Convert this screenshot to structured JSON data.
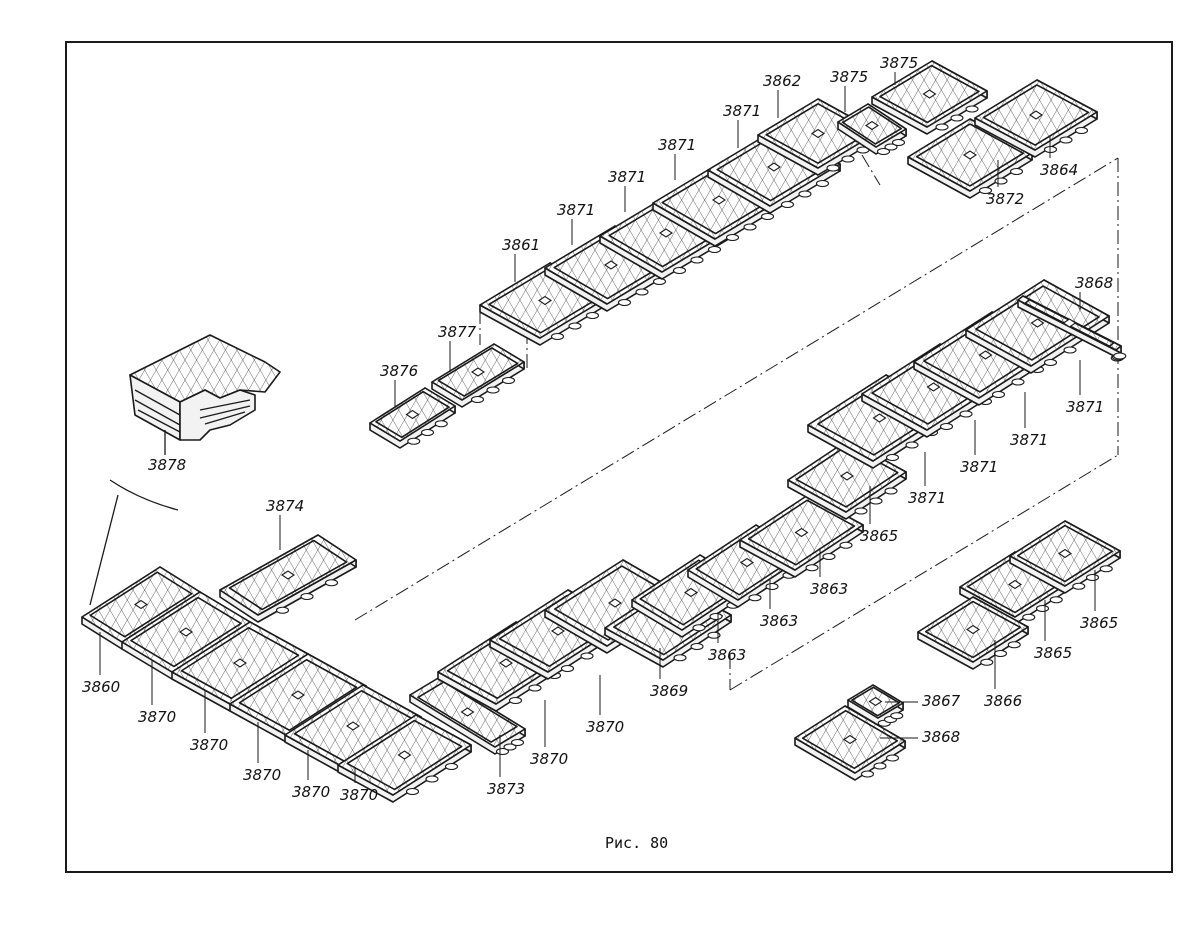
{
  "figure": {
    "caption": "Рис. 80"
  },
  "parts": [
    {
      "id": "p3860",
      "label": "3860"
    },
    {
      "id": "p3870a",
      "label": "3870"
    },
    {
      "id": "p3870b",
      "label": "3870"
    },
    {
      "id": "p3870c",
      "label": "3870"
    },
    {
      "id": "p3870d",
      "label": "3870"
    },
    {
      "id": "p3870e",
      "label": "3870"
    },
    {
      "id": "p3873",
      "label": "3873"
    },
    {
      "id": "p3870f",
      "label": "3870"
    },
    {
      "id": "p3870g",
      "label": "3870"
    },
    {
      "id": "p3869",
      "label": "3869"
    },
    {
      "id": "p3863a",
      "label": "3863"
    },
    {
      "id": "p3863b",
      "label": "3863"
    },
    {
      "id": "p3863c",
      "label": "3863"
    },
    {
      "id": "p3865a",
      "label": "3865"
    },
    {
      "id": "p3871a",
      "label": "3871"
    },
    {
      "id": "p3871b",
      "label": "3871"
    },
    {
      "id": "p3871c",
      "label": "3871"
    },
    {
      "id": "p3871d",
      "label": "3871"
    },
    {
      "id": "p3868a",
      "label": "3868"
    },
    {
      "id": "p3874",
      "label": "3874"
    },
    {
      "id": "p3878",
      "label": "3878"
    },
    {
      "id": "p3876",
      "label": "3876"
    },
    {
      "id": "p3877",
      "label": "3877"
    },
    {
      "id": "p3861",
      "label": "3861"
    },
    {
      "id": "p3871e",
      "label": "3871"
    },
    {
      "id": "p3871f",
      "label": "3871"
    },
    {
      "id": "p3871g",
      "label": "3871"
    },
    {
      "id": "p3871h",
      "label": "3871"
    },
    {
      "id": "p3862",
      "label": "3862"
    },
    {
      "id": "p3875a",
      "label": "3875"
    },
    {
      "id": "p3875b",
      "label": "3875"
    },
    {
      "id": "p3864",
      "label": "3864"
    },
    {
      "id": "p3872",
      "label": "3872"
    },
    {
      "id": "p3865b",
      "label": "3865"
    },
    {
      "id": "p3865c",
      "label": "3865"
    },
    {
      "id": "p3866",
      "label": "3866"
    },
    {
      "id": "p3867",
      "label": "3867"
    },
    {
      "id": "p3868b",
      "label": "3868"
    }
  ]
}
